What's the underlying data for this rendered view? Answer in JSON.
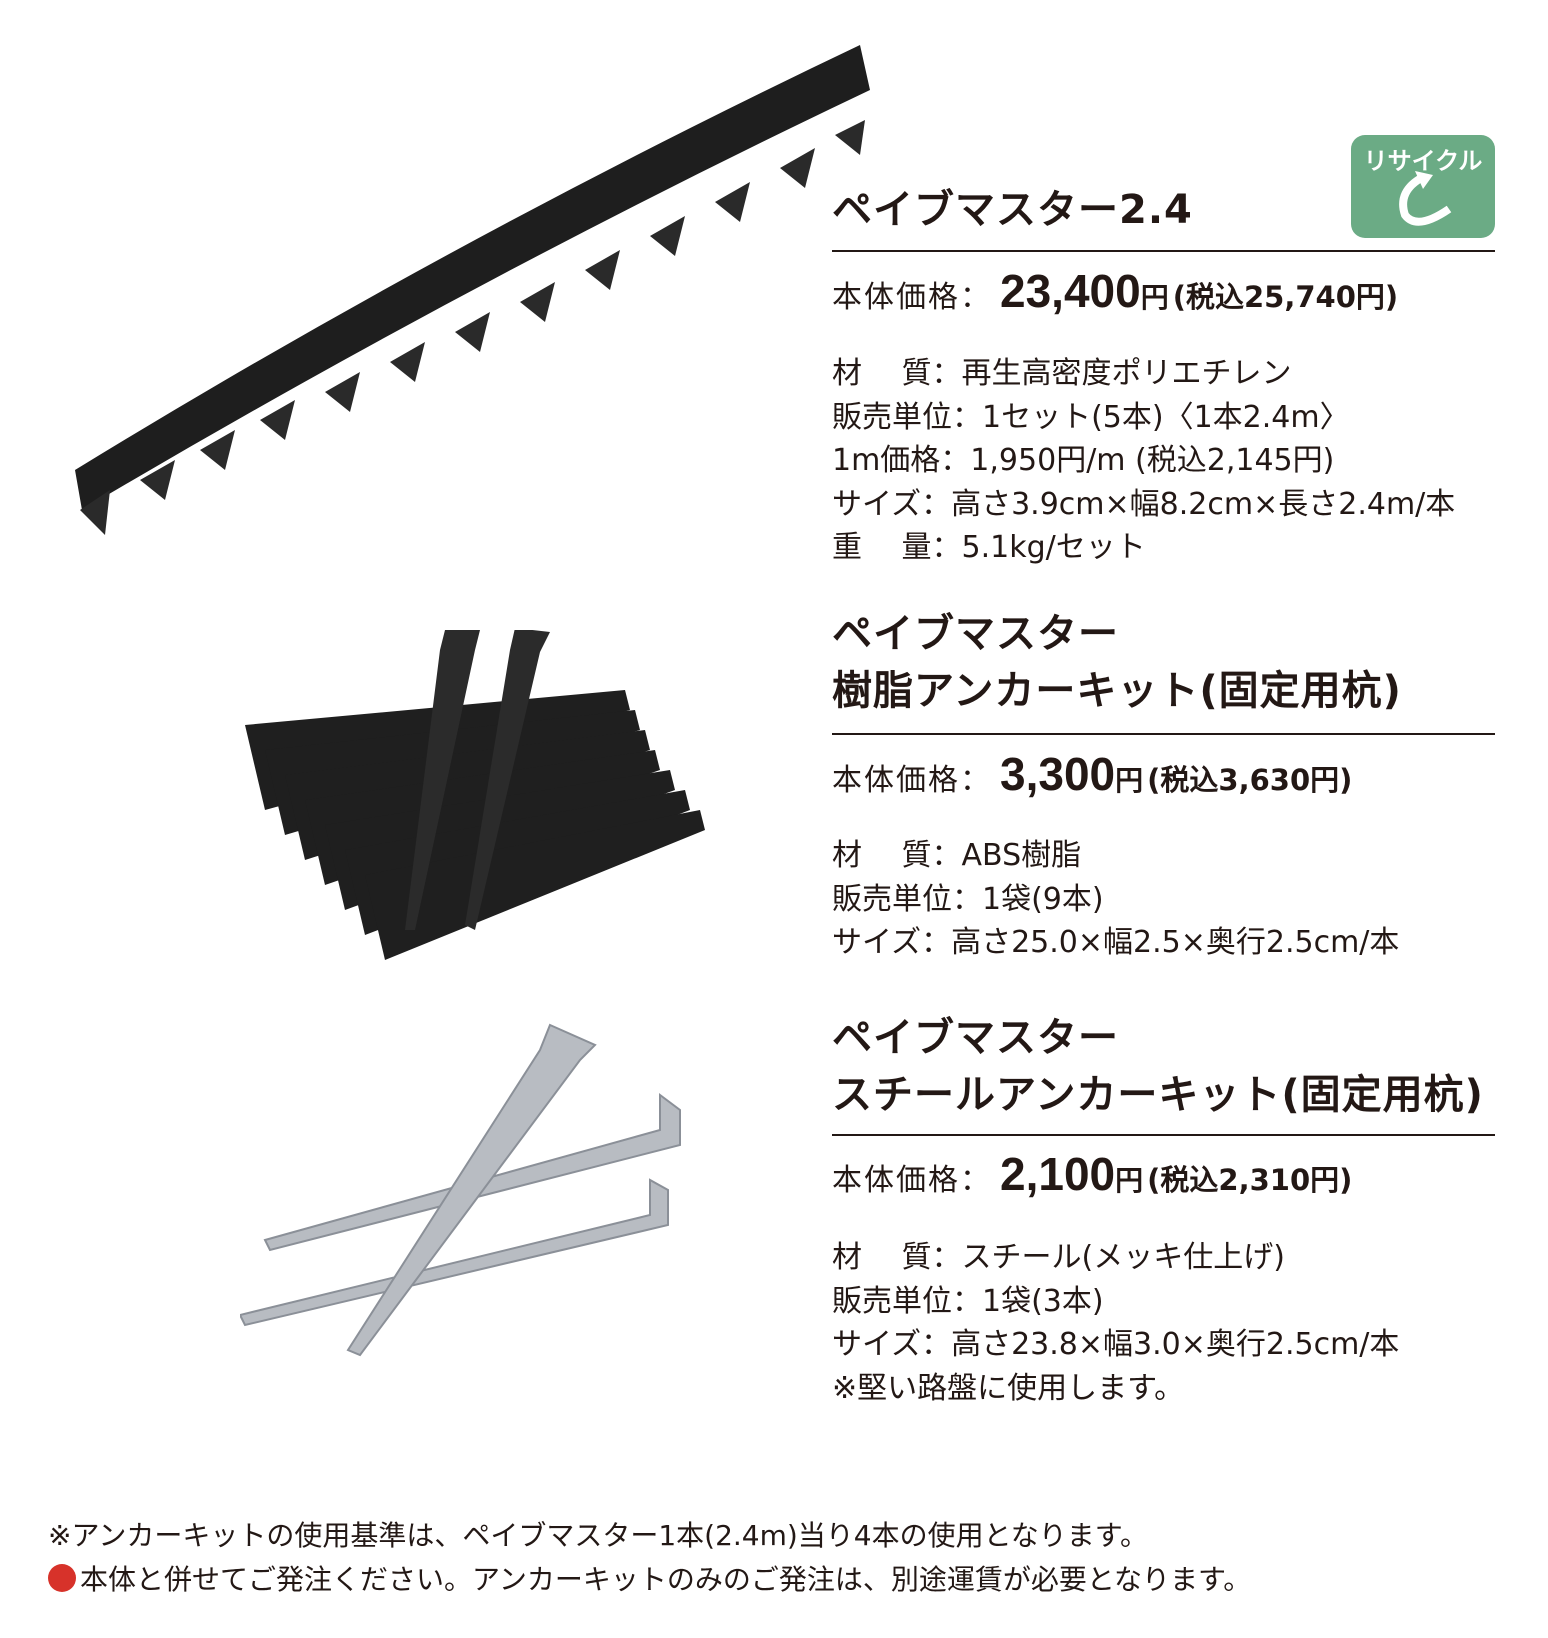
{
  "recycle_badge": {
    "label": "リサイクル",
    "color": "#6bab85"
  },
  "products": [
    {
      "title_lines": [
        "ペイブマスター2.4"
      ],
      "price_label": "本体価格：",
      "price": "23,400",
      "yen": "円",
      "tax_included": "(税込25,740円)",
      "specs": [
        "材　 質：再生高密度ポリエチレン",
        "販売単位：1セット(5本)〈1本2.4m〉",
        "1m価格：1,950円/m (税込2,145円)",
        "サイズ：高さ3.9cm×幅8.2cm×長さ2.4m/本",
        "重　 量：5.1kg/セット"
      ]
    },
    {
      "title_lines": [
        "ペイブマスター",
        "樹脂アンカーキット(固定用杭)"
      ],
      "price_label": "本体価格：",
      "price": "3,300",
      "yen": "円",
      "tax_included": "(税込3,630円)",
      "specs": [
        "材　 質：ABS樹脂",
        "販売単位：1袋(9本)",
        "サイズ：高さ25.0×幅2.5×奥行2.5cm/本"
      ]
    },
    {
      "title_lines": [
        "ペイブマスター",
        "スチールアンカーキット(固定用杭)"
      ],
      "price_label": "本体価格：",
      "price": "2,100",
      "yen": "円",
      "tax_included": "(税込2,310円)",
      "specs": [
        "材　 質：スチール(メッキ仕上げ)",
        "販売単位：1袋(3本)",
        "サイズ：高さ23.8×幅3.0×奥行2.5cm/本",
        "※堅い路盤に使用します。"
      ]
    }
  ],
  "notes": [
    "※アンカーキットの使用基準は、ペイブマスター1本(2.4m)当り4本の使用となります。",
    "本体と併せてご発注ください。アンカーキットのみのご発注は、別途運賃が必要となります。"
  ],
  "colors": {
    "text": "#231815",
    "bullet": "#d7322a"
  }
}
